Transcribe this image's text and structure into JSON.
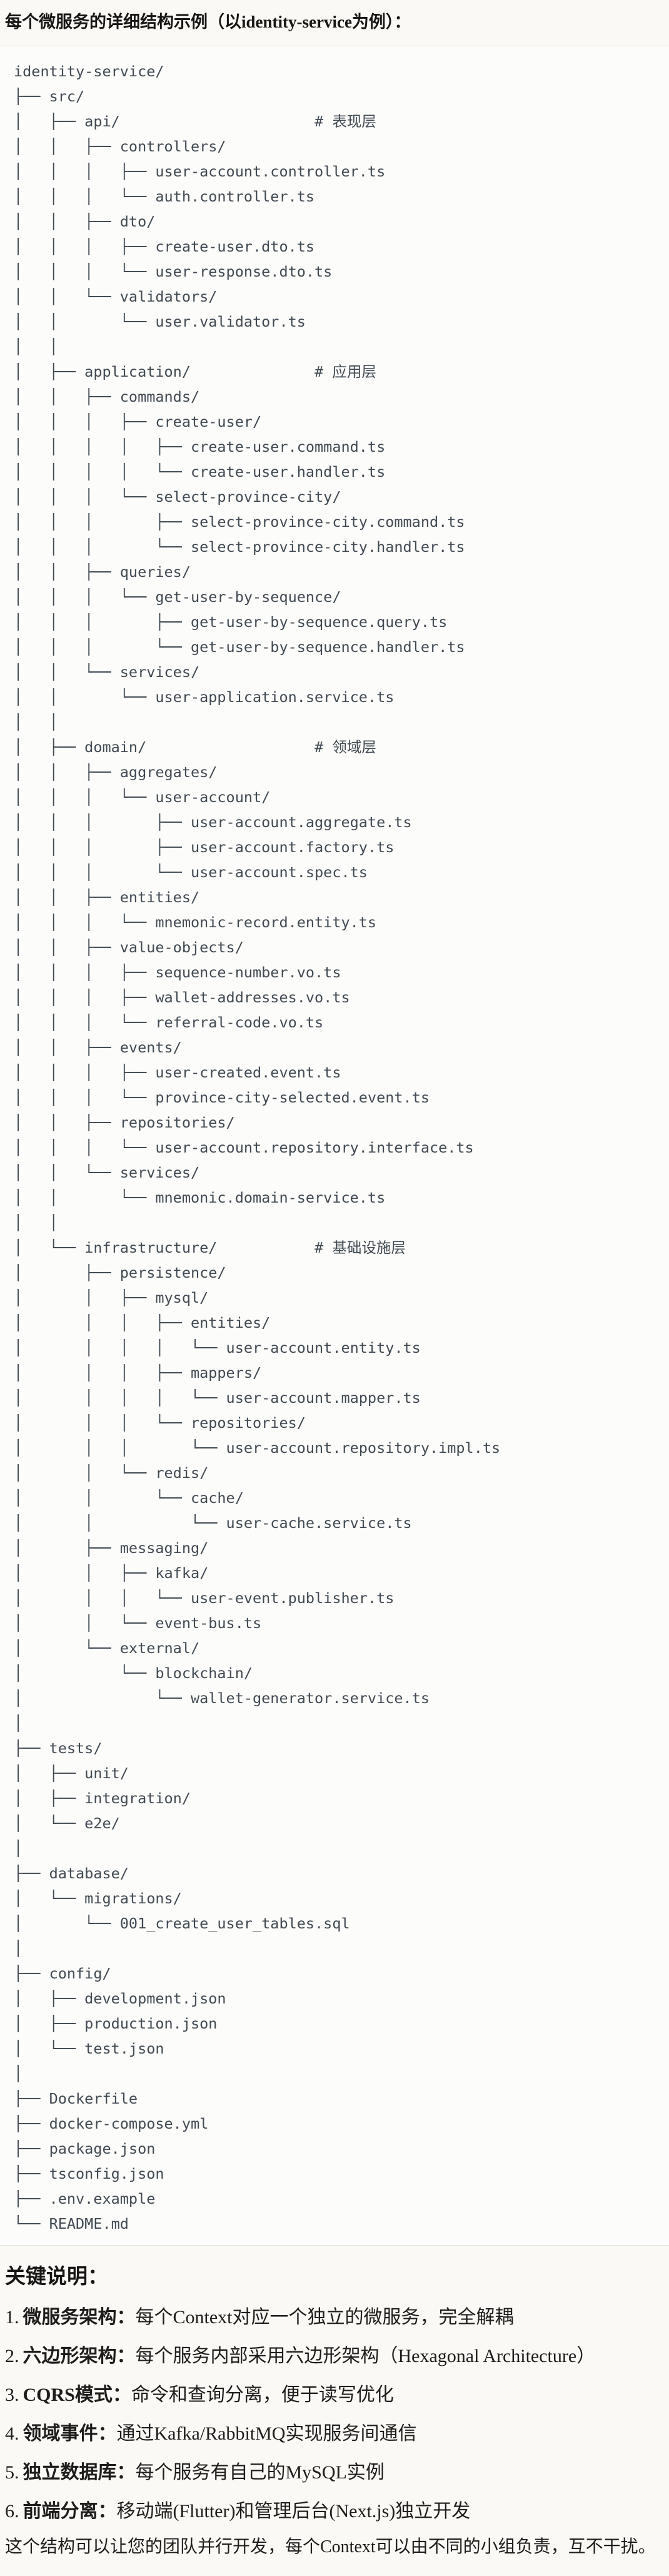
{
  "title": "每个微服务的详细结构示例（以identity-service为例）：",
  "colors": {
    "page_background": "#FAF9F5",
    "code_background": "#FCFCFA",
    "border": "#E7E4DD",
    "tree_text": "#414A52",
    "body_text": "#1E1D1B"
  },
  "tree": {
    "lines": [
      "identity-service/",
      "├── src/",
      "│   ├── api/                      # 表现层",
      "│   │   ├── controllers/",
      "│   │   │   ├── user-account.controller.ts",
      "│   │   │   └── auth.controller.ts",
      "│   │   ├── dto/",
      "│   │   │   ├── create-user.dto.ts",
      "│   │   │   └── user-response.dto.ts",
      "│   │   └── validators/",
      "│   │       └── user.validator.ts",
      "│   │",
      "│   ├── application/              # 应用层",
      "│   │   ├── commands/",
      "│   │   │   ├── create-user/",
      "│   │   │   │   ├── create-user.command.ts",
      "│   │   │   │   └── create-user.handler.ts",
      "│   │   │   └── select-province-city/",
      "│   │   │       ├── select-province-city.command.ts",
      "│   │   │       └── select-province-city.handler.ts",
      "│   │   ├── queries/",
      "│   │   │   └── get-user-by-sequence/",
      "│   │   │       ├── get-user-by-sequence.query.ts",
      "│   │   │       └── get-user-by-sequence.handler.ts",
      "│   │   └── services/",
      "│   │       └── user-application.service.ts",
      "│   │",
      "│   ├── domain/                   # 领域层",
      "│   │   ├── aggregates/",
      "│   │   │   └── user-account/",
      "│   │   │       ├── user-account.aggregate.ts",
      "│   │   │       ├── user-account.factory.ts",
      "│   │   │       └── user-account.spec.ts",
      "│   │   ├── entities/",
      "│   │   │   └── mnemonic-record.entity.ts",
      "│   │   ├── value-objects/",
      "│   │   │   ├── sequence-number.vo.ts",
      "│   │   │   ├── wallet-addresses.vo.ts",
      "│   │   │   └── referral-code.vo.ts",
      "│   │   ├── events/",
      "│   │   │   ├── user-created.event.ts",
      "│   │   │   └── province-city-selected.event.ts",
      "│   │   ├── repositories/",
      "│   │   │   └── user-account.repository.interface.ts",
      "│   │   └── services/",
      "│   │       └── mnemonic.domain-service.ts",
      "│   │",
      "│   └── infrastructure/           # 基础设施层",
      "│       ├── persistence/",
      "│       │   ├── mysql/",
      "│       │   │   ├── entities/",
      "│       │   │   │   └── user-account.entity.ts",
      "│       │   │   ├── mappers/",
      "│       │   │   │   └── user-account.mapper.ts",
      "│       │   │   └── repositories/",
      "│       │   │       └── user-account.repository.impl.ts",
      "│       │   └── redis/",
      "│       │       └── cache/",
      "│       │           └── user-cache.service.ts",
      "│       ├── messaging/",
      "│       │   ├── kafka/",
      "│       │   │   └── user-event.publisher.ts",
      "│       │   └── event-bus.ts",
      "│       └── external/",
      "│           └── blockchain/",
      "│               └── wallet-generator.service.ts",
      "│",
      "├── tests/",
      "│   ├── unit/",
      "│   ├── integration/",
      "│   └── e2e/",
      "│",
      "├── database/",
      "│   └── migrations/",
      "│       └── 001_create_user_tables.sql",
      "│",
      "├── config/",
      "│   ├── development.json",
      "│   ├── production.json",
      "│   └── test.json",
      "│",
      "├── Dockerfile",
      "├── docker-compose.yml",
      "├── package.json",
      "├── tsconfig.json",
      "├── .env.example",
      "└── README.md"
    ]
  },
  "notes": {
    "heading": "关键说明：",
    "items": [
      {
        "number": "1.",
        "term": "微服务架构",
        "separator": "：",
        "description": "每个Context对应一个独立的微服务，完全解耦"
      },
      {
        "number": "2.",
        "term": "六边形架构",
        "separator": "：",
        "description": "每个服务内部采用六边形架构（Hexagonal Architecture）"
      },
      {
        "number": "3.",
        "term": "CQRS模式",
        "separator": "：",
        "description": "命令和查询分离，便于读写优化"
      },
      {
        "number": "4.",
        "term": "领域事件",
        "separator": "：",
        "description": "通过Kafka/RabbitMQ实现服务间通信"
      },
      {
        "number": "5.",
        "term": "独立数据库",
        "separator": "：",
        "description": "每个服务有自己的MySQL实例"
      },
      {
        "number": "6.",
        "term": "前端分离",
        "separator": "：",
        "description": "移动端(Flutter)和管理后台(Next.js)独立开发"
      }
    ],
    "footer": "这个结构可以让您的团队并行开发，每个Context可以由不同的小组负责，互不干扰。"
  }
}
